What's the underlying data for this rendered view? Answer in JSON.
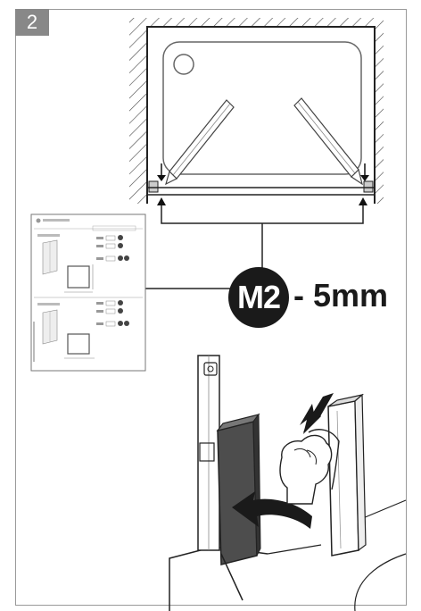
{
  "step": {
    "number": "2"
  },
  "measurement": {
    "tool_code": "M2",
    "separator": "-",
    "value": "5mm"
  },
  "colors": {
    "ink": "#1a1a1a",
    "line": "#333333",
    "badge": "#888888",
    "hatch": "#444444",
    "panel": "#555555"
  },
  "icons": {
    "left_tool": "level-tool-icon",
    "right_tool": "profile-icon",
    "hand": "hand-icon",
    "insertion_arrow": "curved-arrow-icon"
  }
}
